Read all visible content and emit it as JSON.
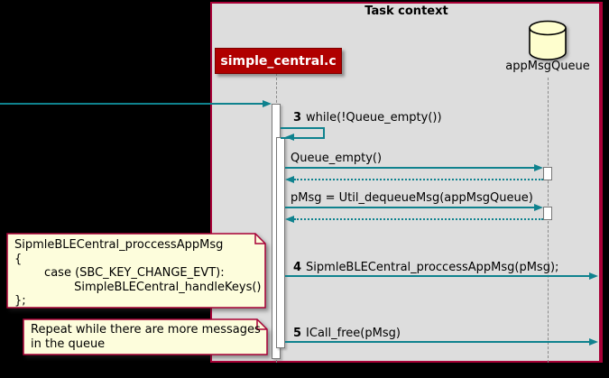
{
  "diagram": {
    "frame_title": "Task context",
    "participants": [
      {
        "name": "simple_central.c",
        "kind": "participant"
      },
      {
        "name": "appMsgQueue",
        "kind": "database"
      }
    ],
    "messages": [
      {
        "num": "3",
        "label": "while(!Queue_empty())",
        "type": "self-message"
      },
      {
        "label": "Queue_empty()",
        "type": "call-with-return"
      },
      {
        "label": "pMsg = Util_dequeueMsg(appMsgQueue)",
        "type": "call-with-return"
      },
      {
        "num": "4",
        "label": "SipmleBLECentral_proccessAppMsg(pMsg);",
        "type": "outgoing"
      },
      {
        "num": "5",
        "label": "ICall_free(pMsg)",
        "type": "outgoing"
      }
    ],
    "notes": [
      {
        "lines": [
          "SipmleBLECentral_proccessAppMsg",
          "{",
          "        case (SBC_KEY_CHANGE_EVT):",
          "                SimpleBLECentral_handleKeys()",
          "};"
        ]
      },
      {
        "lines": [
          "Repeat while there are more messages",
          "in the queue"
        ]
      }
    ],
    "colors": {
      "page_bg": "#000000",
      "frame_bg": "#DDDDDD",
      "frame_border": "#A80036",
      "arrow": "#0F828E",
      "participant_bg": "#B00000",
      "participant_text": "#FFFFFF",
      "note_bg": "#FDFDDC",
      "note_border": "#A80036",
      "database_fill": "#FEFECE"
    }
  }
}
